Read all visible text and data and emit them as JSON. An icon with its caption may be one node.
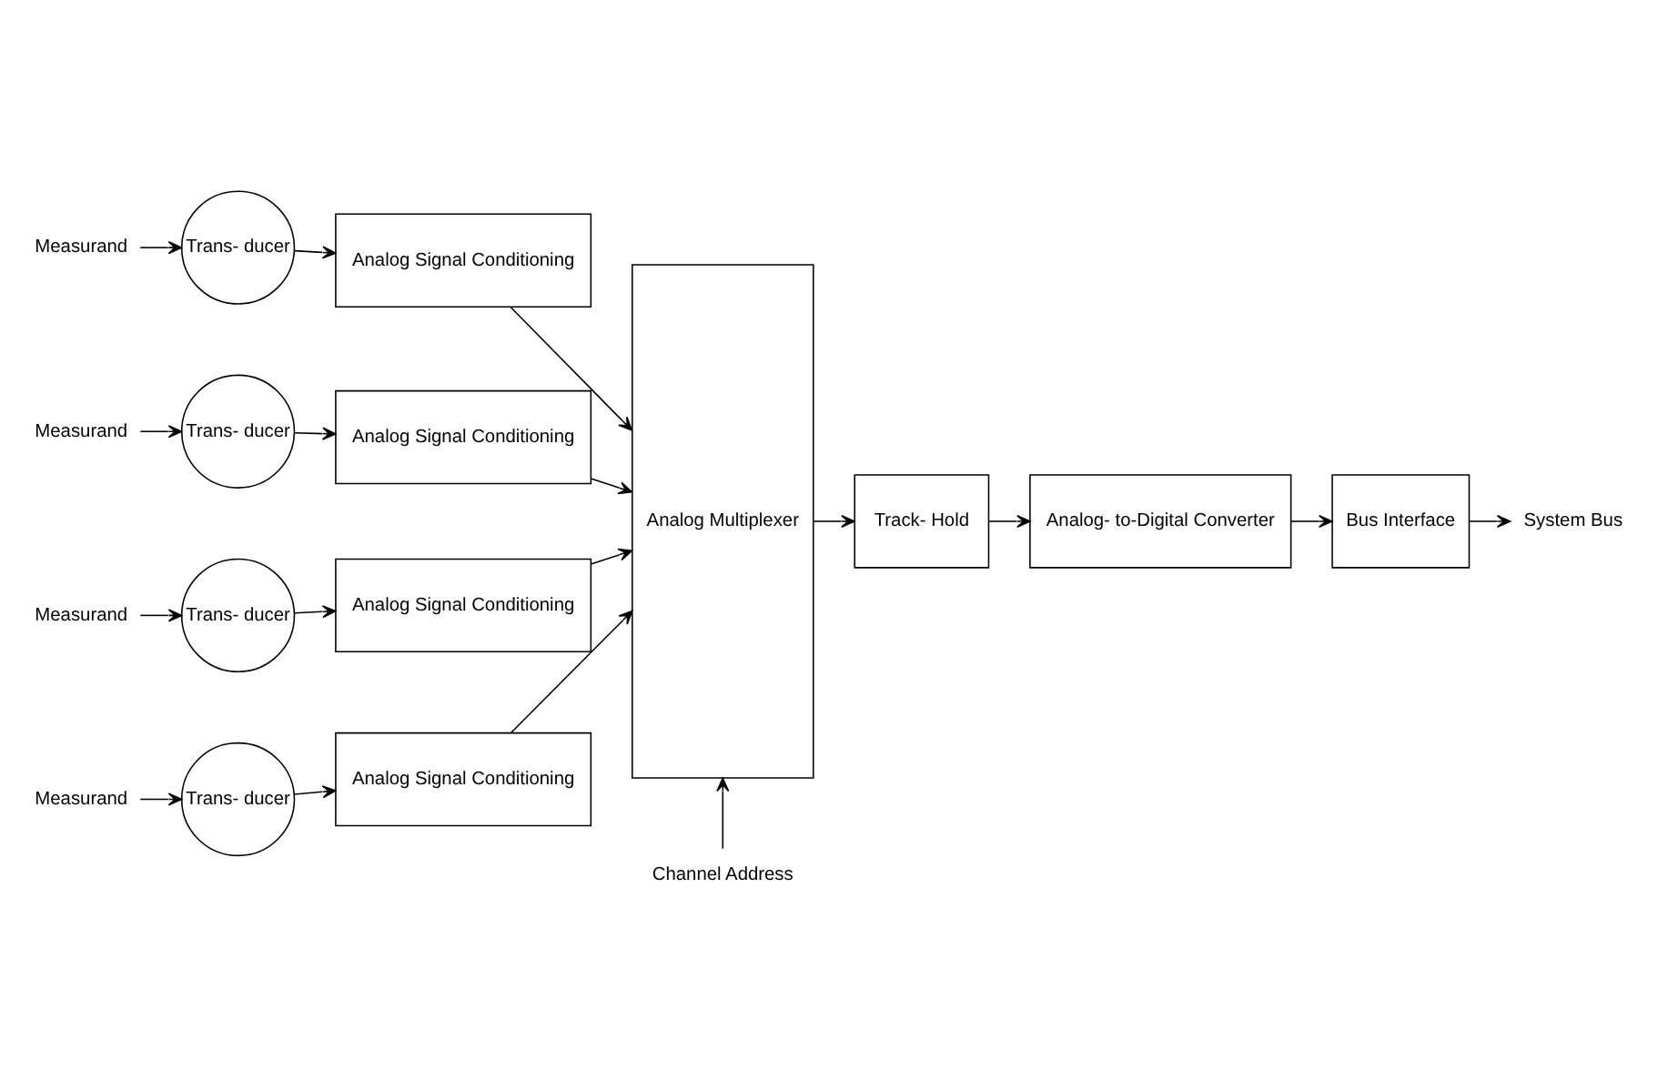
{
  "diagram": {
    "nodes": [
      {
        "text": [
          "Measurand"
        ]
      },
      {
        "text": [
          "Trans- ducer"
        ]
      },
      {
        "text": [
          "Analog Signal Conditioning"
        ]
      },
      {
        "text": [
          "Measurand"
        ]
      },
      {
        "text": [
          "Trans- ducer"
        ]
      },
      {
        "text": [
          "Analog Signal Conditioning"
        ]
      },
      {
        "text": [
          "Measurand"
        ]
      },
      {
        "text": [
          "Trans- ducer"
        ]
      },
      {
        "text": [
          "Analog Signal Conditioning"
        ]
      },
      {
        "text": [
          "Measurand"
        ]
      },
      {
        "text": [
          "Trans- ducer"
        ]
      },
      {
        "text": [
          "Analog Signal Conditioning"
        ]
      },
      {
        "text": [
          "Analog Multiplexer"
        ]
      },
      {
        "text": [
          "Track- Hold"
        ]
      },
      {
        "text": [
          "Analog- to-Digital Converter"
        ]
      },
      {
        "text": [
          "Bus Interface"
        ]
      },
      {
        "text": [
          "System Bus"
        ]
      },
      {
        "text": [
          "Channel Address"
        ]
      }
    ],
    "edges": [
      {
        "from": 0,
        "to": 1,
        "arrow": "to"
      },
      {
        "from": 1,
        "to": 2,
        "arrow": "to"
      },
      {
        "from": 2,
        "to": 12,
        "arrow": "to"
      },
      {
        "from": 3,
        "to": 4,
        "arrow": "to"
      },
      {
        "from": 4,
        "to": 5,
        "arrow": "to"
      },
      {
        "from": 5,
        "to": 12,
        "arrow": "to"
      },
      {
        "from": 6,
        "to": 7,
        "arrow": "to"
      },
      {
        "from": 7,
        "to": 8,
        "arrow": "to"
      },
      {
        "from": 8,
        "to": 12,
        "arrow": "to"
      },
      {
        "from": 9,
        "to": 10,
        "arrow": "to"
      },
      {
        "from": 10,
        "to": 11,
        "arrow": "to"
      },
      {
        "from": 11,
        "to": 12,
        "arrow": "to"
      },
      {
        "from": 12,
        "to": 13,
        "arrow": "to"
      },
      {
        "from": 13,
        "to": 14,
        "arrow": "to"
      },
      {
        "from": 14,
        "to": 15,
        "arrow": "to"
      },
      {
        "from": 15,
        "to": 16,
        "arrow": "to"
      },
      {
        "from": 17,
        "to": 12,
        "arrow": "to"
      }
    ]
  }
}
